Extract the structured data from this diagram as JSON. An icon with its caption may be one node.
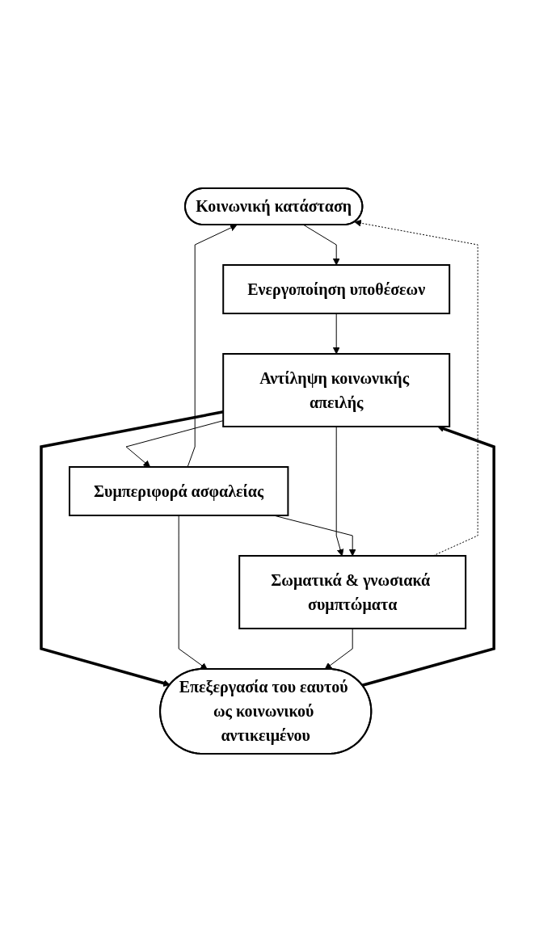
{
  "diagram": {
    "nodes": [
      {
        "text": [
          "Κοινωνική κατάσταση"
        ]
      },
      {
        "text": [
          "Ενεργοποίηση υποθέσεων"
        ]
      },
      {
        "text": [
          "Αντίληψη κοινωνικής απειλής"
        ]
      },
      {
        "text": [
          "Επεξεργασία του εαυτού ως κοινωνικού αντικειμένου"
        ]
      },
      {
        "text": [
          "Συμπεριφορά ασφαλείας"
        ]
      },
      {
        "text": [
          "Σωματικά & γνωσιακά συμπτώματα"
        ]
      }
    ],
    "edges": [
      {
        "from": 0,
        "to": 1,
        "arrow": "to"
      },
      {
        "from": 1,
        "to": 2,
        "arrow": "to"
      },
      {
        "from": 2,
        "to": 3,
        "arrow": "to",
        "style": "thick"
      },
      {
        "from": 3,
        "to": 2,
        "arrow": "to",
        "style": "thick"
      },
      {
        "from": 2,
        "to": 4,
        "arrow": "to"
      },
      {
        "from": 2,
        "to": 5,
        "arrow": "to"
      },
      {
        "from": 4,
        "to": 3,
        "arrow": "to"
      },
      {
        "from": 5,
        "to": 3,
        "arrow": "to"
      },
      {
        "from": 4,
        "to": 0,
        "arrow": "to"
      },
      {
        "from": 5,
        "to": 0,
        "arrow": "to",
        "style": "dashed"
      },
      {
        "from": 4,
        "to": 5,
        "arrow": "to"
      }
    ]
  }
}
